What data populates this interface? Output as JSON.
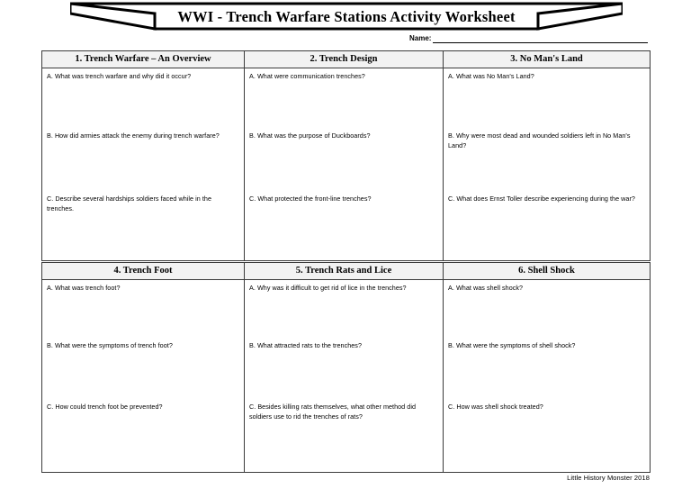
{
  "document": {
    "title": "WWI - Trench Warfare Stations Activity Worksheet",
    "name_label": "Name:",
    "name_value": "",
    "footer_credit": "Little History Monster 2018"
  },
  "blocks": [
    {
      "stations": [
        {
          "header": "1. Trench Warfare – An Overview",
          "questions": [
            "A. What was trench warfare and why did it occur?",
            "B.  How did armies attack the enemy during trench warfare?",
            "C. Describe several hardships soldiers faced while in the trenches."
          ]
        },
        {
          "header": "2. Trench Design",
          "questions": [
            "A. What were communication trenches?",
            "B. What was the purpose of Duckboards?",
            "C. What protected the front-line trenches?"
          ]
        },
        {
          "header": "3. No Man's Land",
          "questions": [
            "A.  What was No Man's Land?",
            "B.  Why were most dead and wounded soldiers left in No Man's Land?",
            "C. What does Ernst Toller describe experiencing during the war?"
          ]
        }
      ]
    },
    {
      "stations": [
        {
          "header": "4. Trench Foot",
          "questions": [
            "A. What was trench foot?",
            "B. What were the symptoms of trench foot?",
            "C. How could trench foot be prevented?"
          ]
        },
        {
          "header": "5. Trench Rats and Lice",
          "questions": [
            "A. Why was it difficult to get rid of lice in the trenches?",
            "B. What attracted rats to the trenches?",
            "C.  Besides killing rats themselves, what other method did soldiers use to rid the trenches of rats?"
          ]
        },
        {
          "header": "6. Shell Shock",
          "questions": [
            "A.  What was shell shock?",
            "B.  What were the symptoms of shell shock?",
            "C. How was shell shock treated?"
          ]
        }
      ]
    }
  ],
  "colors": {
    "header_fill": "#f2f2f2",
    "border": "#3b3b3b",
    "text": "#000000"
  }
}
